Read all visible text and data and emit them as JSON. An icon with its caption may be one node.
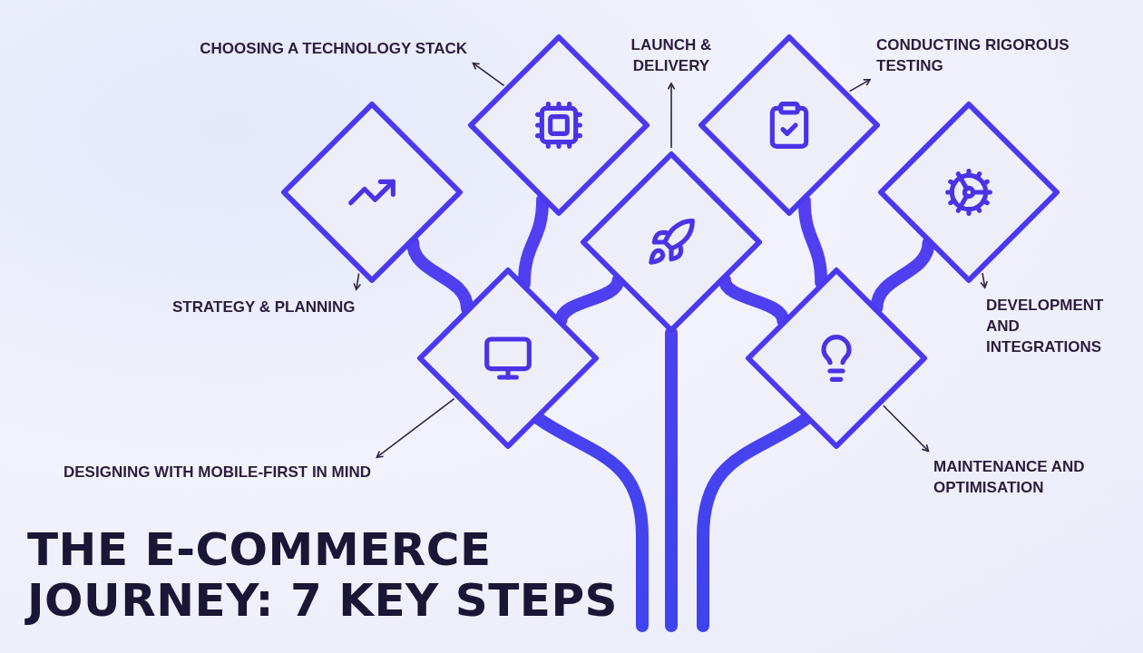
{
  "diagram": {
    "title": "THE E-COMMERCE JOURNEY: 7 KEY STEPS",
    "nodes": [
      {
        "text": [
          "CHOOSING A TECHNOLOGY STACK"
        ]
      },
      {
        "text": [
          "LAUNCH & DELIVERY"
        ]
      },
      {
        "text": [
          "CONDUCTING RIGOROUS TESTING"
        ]
      },
      {
        "text": [],
        "shape": "diamond"
      },
      {
        "text": [],
        "shape": "diamond"
      },
      {
        "text": [],
        "shape": "diamond"
      },
      {
        "text": [],
        "shape": "diamond"
      },
      {
        "text": [],
        "shape": "diamond"
      },
      {
        "text": [
          "STRATEGY & PLANNING"
        ]
      },
      {
        "text": [
          "DEVELOPMENT AND INTEGRATIONS"
        ]
      },
      {
        "text": [],
        "shape": "diamond"
      },
      {
        "text": [],
        "shape": "diamond"
      },
      {
        "text": [
          "DESIGNING WITH MOBILE-FIRST IN MIND"
        ]
      },
      {
        "text": [
          "MAINTENANCE AND OPTIMISATION"
        ]
      }
    ],
    "edges": [
      {
        "from": 3,
        "to": 0,
        "arrow": "to",
        "color": "#2f2440"
      },
      {
        "from": 6,
        "to": 1,
        "arrow": "to",
        "color": "#2f2440"
      },
      {
        "from": 4,
        "to": 2,
        "arrow": "to",
        "color": "#2f2440"
      },
      {
        "from": 5,
        "to": 8,
        "arrow": "to",
        "color": "#2f2440"
      },
      {
        "from": 7,
        "to": 9,
        "arrow": "to",
        "color": "#2f2440"
      },
      {
        "from": 10,
        "to": 12,
        "arrow": "to",
        "color": "#2f2440"
      },
      {
        "from": 11,
        "to": 13,
        "arrow": "to",
        "color": "#2f2440"
      },
      {
        "from": 5,
        "to": 10,
        "arrow": "none"
      },
      {
        "from": 3,
        "to": 10,
        "arrow": "none"
      },
      {
        "from": 10,
        "to": 6,
        "arrow": "none"
      },
      {
        "from": 6,
        "to": 11,
        "arrow": "none"
      },
      {
        "from": 4,
        "to": 11,
        "arrow": "none"
      },
      {
        "from": 7,
        "to": 11,
        "arrow": "none"
      },
      {
        "from": 10,
        "to": null,
        "arrow": "none"
      },
      {
        "from": 6,
        "to": null,
        "arrow": "none"
      },
      {
        "from": 11,
        "to": null,
        "arrow": "none"
      }
    ]
  }
}
